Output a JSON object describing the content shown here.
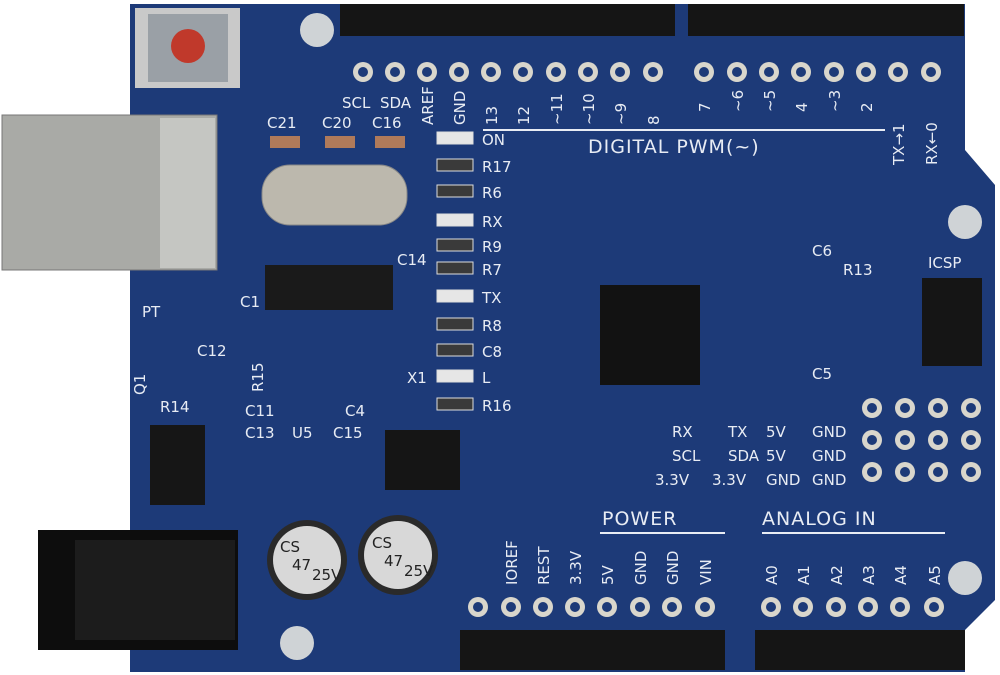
{
  "colors": {
    "board": "#1d3a78",
    "board_dark": "#14295a",
    "silk": "#e8ecf4",
    "header": "#151515",
    "button": "#c0392b"
  },
  "digital": {
    "section_label": "DIGITAL PWM(~)",
    "left_top_labels": [
      "SCL",
      "SDA"
    ],
    "left_labels": [
      "AREF",
      "GND",
      "13",
      "12",
      "~11",
      "~10",
      "~9",
      "8"
    ],
    "right_labels": [
      "7",
      "~6",
      "~5",
      "4",
      "~3",
      "2",
      "TX→1",
      "RX←0"
    ]
  },
  "power": {
    "section_label": "POWER",
    "labels": [
      "IOREF",
      "REST",
      "3.3V",
      "5V",
      "GND",
      "GND",
      "VIN"
    ]
  },
  "analog": {
    "section_label": "ANALOG IN",
    "labels": [
      "A0",
      "A1",
      "A2",
      "A3",
      "A4",
      "A5"
    ]
  },
  "components": {
    "top_caps": [
      "C21",
      "C20",
      "C16"
    ],
    "leds_resistors": [
      "ON",
      "R17",
      "R6",
      "RX",
      "R9",
      "R7",
      "TX",
      "R8",
      "C8",
      "L",
      "R16"
    ],
    "misc": {
      "c14": "C14",
      "c1": "C1",
      "pt": "PT",
      "c12": "C12",
      "r15": "R15",
      "x1": "X1",
      "q1": "Q1",
      "r14": "R14",
      "c11": "C11",
      "c4": "C4",
      "c13": "C13",
      "u5": "U5",
      "c15": "C15",
      "c6": "C6",
      "r13": "R13",
      "icsp": "ICSP",
      "c5": "C5"
    },
    "capacitor_text": [
      "CS",
      "47",
      "25V"
    ]
  },
  "pin_table": [
    [
      "RX",
      "TX",
      "5V",
      "GND"
    ],
    [
      "SCL",
      "SDA",
      "5V",
      "GND"
    ],
    [
      "3.3V",
      "3.3V",
      "GND",
      "GND"
    ]
  ]
}
